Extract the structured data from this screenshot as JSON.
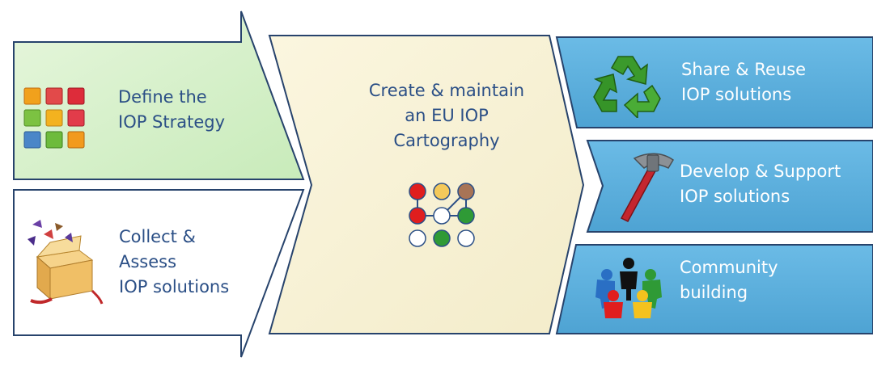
{
  "colors": {
    "green_fill": "#d5efc9",
    "cream_fill": "#f8f2d6",
    "blue_fill": "#5aaedb",
    "outline": "#27436c",
    "dark_text": "#2b4f86",
    "light_text": "#ffffff"
  },
  "steps": {
    "define": {
      "line1": "Define the",
      "line2": "IOP Strategy",
      "icon": "strategy-grid-icon"
    },
    "collect": {
      "line1": "Collect &",
      "line2": "Assess",
      "line3": "IOP solutions",
      "icon": "gift-box-icon"
    },
    "create": {
      "line1": "Create & maintain",
      "line2": "an EU IOP",
      "line3": "Cartography",
      "icon": "node-network-icon"
    },
    "share": {
      "line1": "Share & Reuse",
      "line2": "IOP solutions",
      "icon": "recycle-icon"
    },
    "develop": {
      "line1": "Develop & Support",
      "line2": "IOP solutions",
      "icon": "hammer-icon"
    },
    "community": {
      "line1": "Community",
      "line2": "building",
      "icon": "people-circle-icon"
    }
  }
}
